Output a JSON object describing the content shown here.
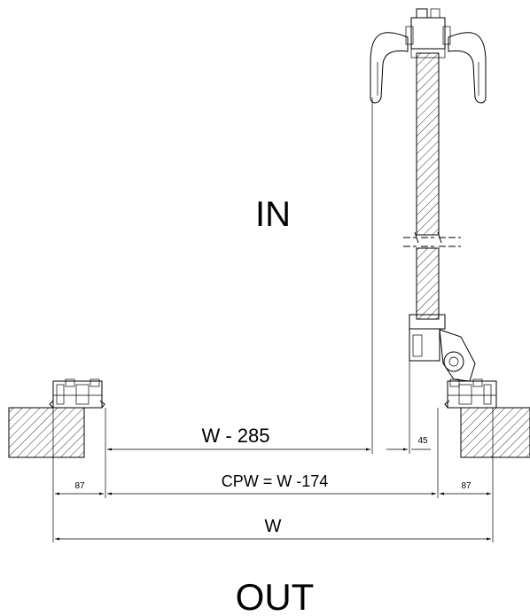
{
  "labels": {
    "inside": "IN",
    "outside": "OUT",
    "dim_w_minus_285": "W - 285",
    "dim_cpw": "CPW = W -174",
    "dim_w": "W",
    "dim_87_left": "87",
    "dim_87_right": "87",
    "dim_45": "45"
  }
}
